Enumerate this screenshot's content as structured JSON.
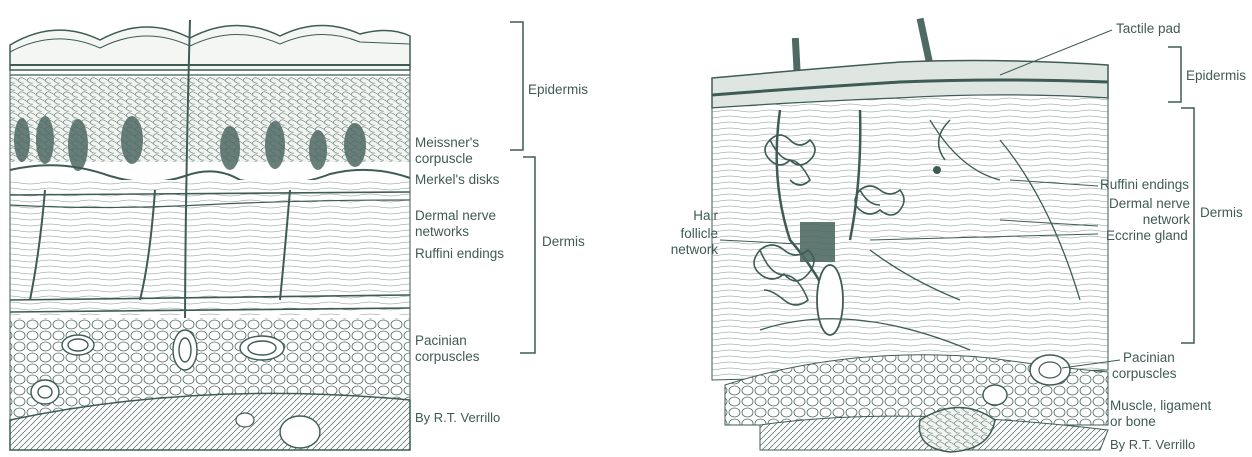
{
  "left_panel": {
    "labels": {
      "epidermis": "Epidermis",
      "meissner_1": "Meissner's",
      "meissner_2": "corpuscle",
      "merkel": "Merkel's disks",
      "dermal_1": "Dermal nerve",
      "dermal_2": "networks",
      "ruffini": "Ruffini endings",
      "dermis": "Dermis",
      "pacinian_1": "Pacinian",
      "pacinian_2": "corpuscles",
      "credit": "By  R.T. Verrillo"
    }
  },
  "right_panel": {
    "labels": {
      "tactile_pad": "Tactile pad",
      "epidermis": "Epidermis",
      "ruffini": "Ruffini endings",
      "dermal_1": "Dermal nerve",
      "dermal_2": "network",
      "dermis": "Dermis",
      "eccrine": "Eccrine gland",
      "hair_1": "Hair",
      "hair_2": "follicle",
      "hair_3": "network",
      "pacinian_1": "Pacinian",
      "pacinian_2": "corpuscles",
      "muscle_1": "Muscle, ligament",
      "muscle_2": "or bone",
      "credit": "By  R.T. Verrillo"
    }
  },
  "colors": {
    "ink": "#3f5b55",
    "tissue_light": "#d9e1dc",
    "tissue_dark": "#4f6a63"
  }
}
